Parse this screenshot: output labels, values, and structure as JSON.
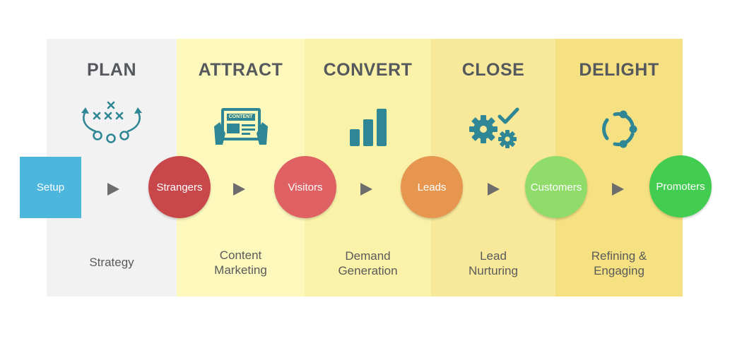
{
  "columns": [
    {
      "heading": "PLAN",
      "caption": "Strategy",
      "icon": "playbook-icon"
    },
    {
      "heading": "ATTRACT",
      "caption": "Content Marketing",
      "icon": "content-tablet-icon"
    },
    {
      "heading": "CONVERT",
      "caption": "Demand Generation",
      "icon": "bar-chart-icon"
    },
    {
      "heading": "CLOSE",
      "caption": "Lead Nurturing",
      "icon": "gears-check-icon"
    },
    {
      "heading": "DELIGHT",
      "caption": "Refining & Engaging",
      "icon": "cycle-icon"
    }
  ],
  "captions": {
    "plan": "Strategy",
    "attract_1": "Content",
    "attract_2": "Marketing",
    "convert_1": "Demand",
    "convert_2": "Generation",
    "close_1": "Lead",
    "close_2": "Nurturing",
    "delight_1": "Refining &",
    "delight_2": "Engaging"
  },
  "stages": [
    {
      "label": "Setup",
      "color": "#4db6dd"
    },
    {
      "label": "Strangers",
      "color": "#c8474b"
    },
    {
      "label": "Visitors",
      "color": "#e06163"
    },
    {
      "label": "Leads",
      "color": "#e79650"
    },
    {
      "label": "Customers",
      "color": "#8fdc6b"
    },
    {
      "label": "Promoters",
      "color": "#42cc50"
    }
  ],
  "colors": {
    "icon": "#2f8795",
    "arrow": "#6d6d6d",
    "heading": "#55585c"
  },
  "content_tablet_text": "CONTENT"
}
